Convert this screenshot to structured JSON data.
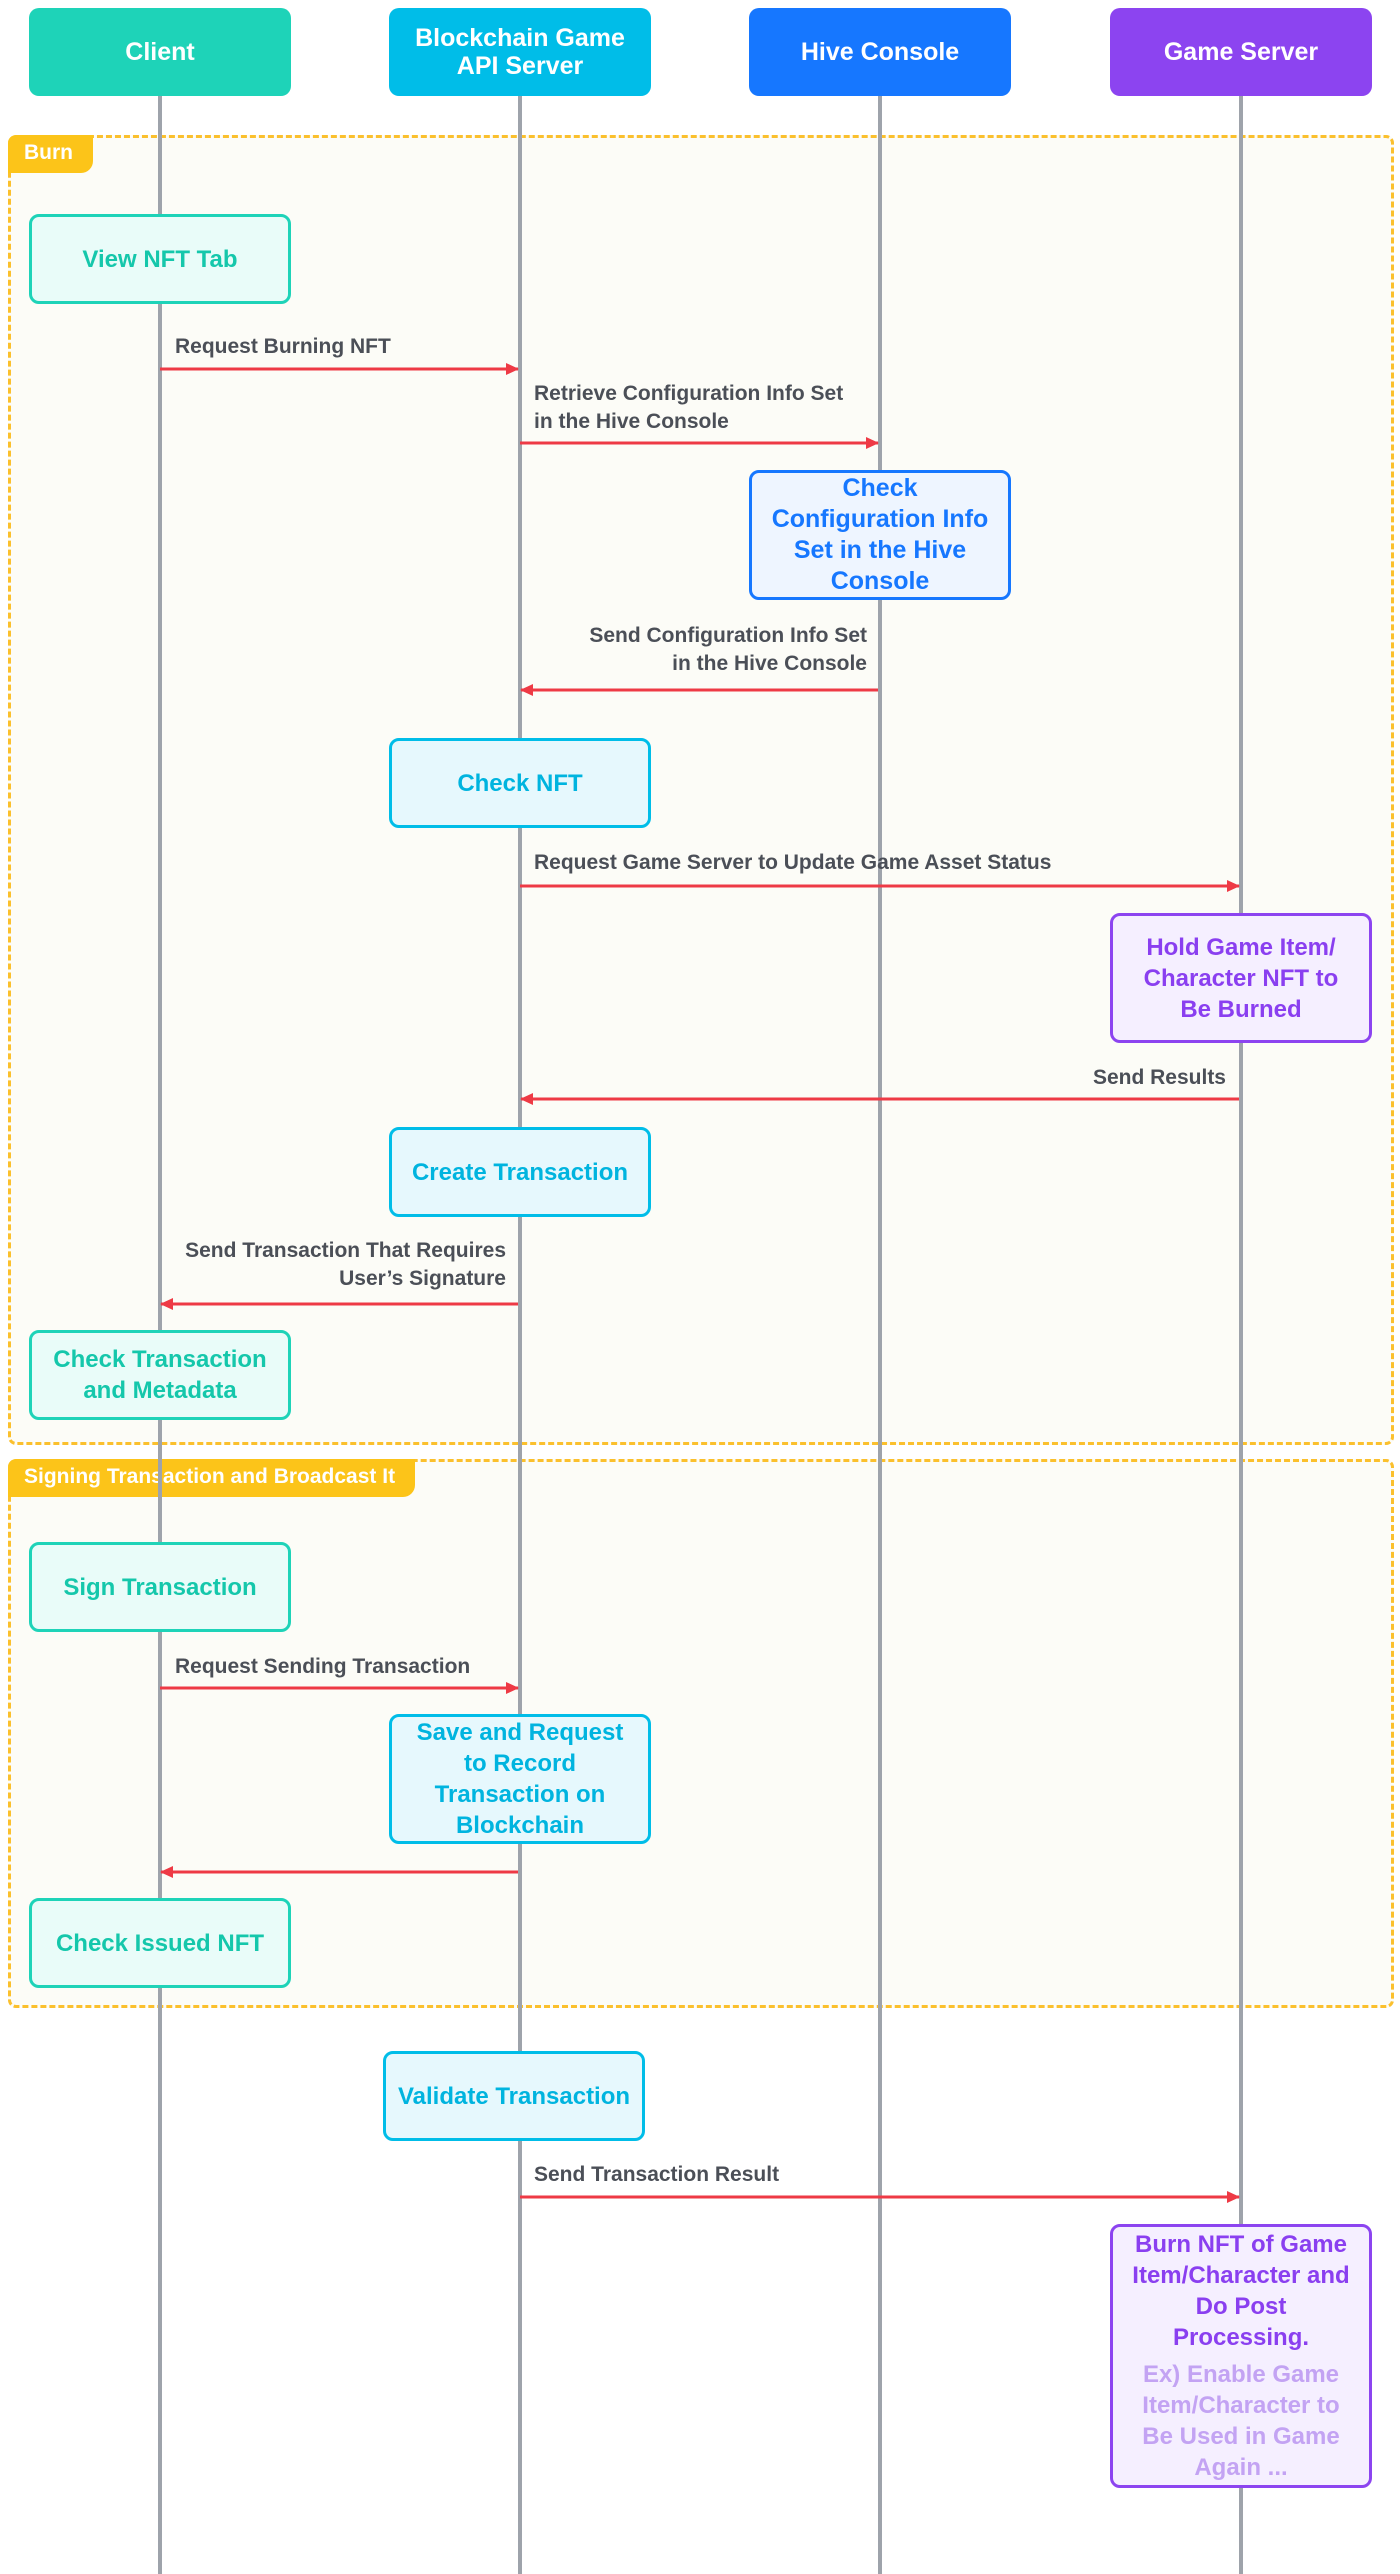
{
  "participants": {
    "client": "Client",
    "api": "Blockchain Game API Server",
    "hive": "Hive Console",
    "game": "Game Server"
  },
  "frames": {
    "burn": "Burn",
    "signing": "Signing Transaction and Broadcast It"
  },
  "boxes": {
    "view_nft_tab": "View NFT Tab",
    "check_config": "Check Configuration Info Set in the Hive Console",
    "check_nft": "Check NFT",
    "hold_item": "Hold Game Item/ Character NFT to Be Burned",
    "create_tx": "Create Transaction",
    "check_tx_meta": "Check Transaction and Metadata",
    "sign_tx": "Sign Transaction",
    "save_request": "Save and Request to Record Transaction on Blockchain",
    "check_issued": "Check Issued NFT",
    "validate_tx": "Validate Transaction",
    "burn_nft": "Burn NFT of Game Item/Character and Do Post Processing.",
    "burn_nft_note": "Ex) Enable Game Item/Character to Be Used in Game Again ..."
  },
  "messages": {
    "request_burning": "Request Burning NFT",
    "retrieve_config_1": "Retrieve Configuration Info Set",
    "retrieve_config_2": "in the Hive Console",
    "send_config_1": "Send Configuration Info Set",
    "send_config_2": "in the Hive Console",
    "request_update": "Request Game Server to Update Game Asset Status",
    "send_results": "Send Results",
    "send_tx_sig_1": "Send Transaction That Requires",
    "send_tx_sig_2": "User’s Signature",
    "request_sending": "Request Sending Transaction",
    "send_tx_result": "Send Transaction Result"
  },
  "colors": {
    "client": "#1ed3b8",
    "api": "#00bde8",
    "hive": "#1677ff",
    "game": "#8c44f0",
    "arrow": "#ee3a45",
    "frame": "#fbc02d"
  }
}
